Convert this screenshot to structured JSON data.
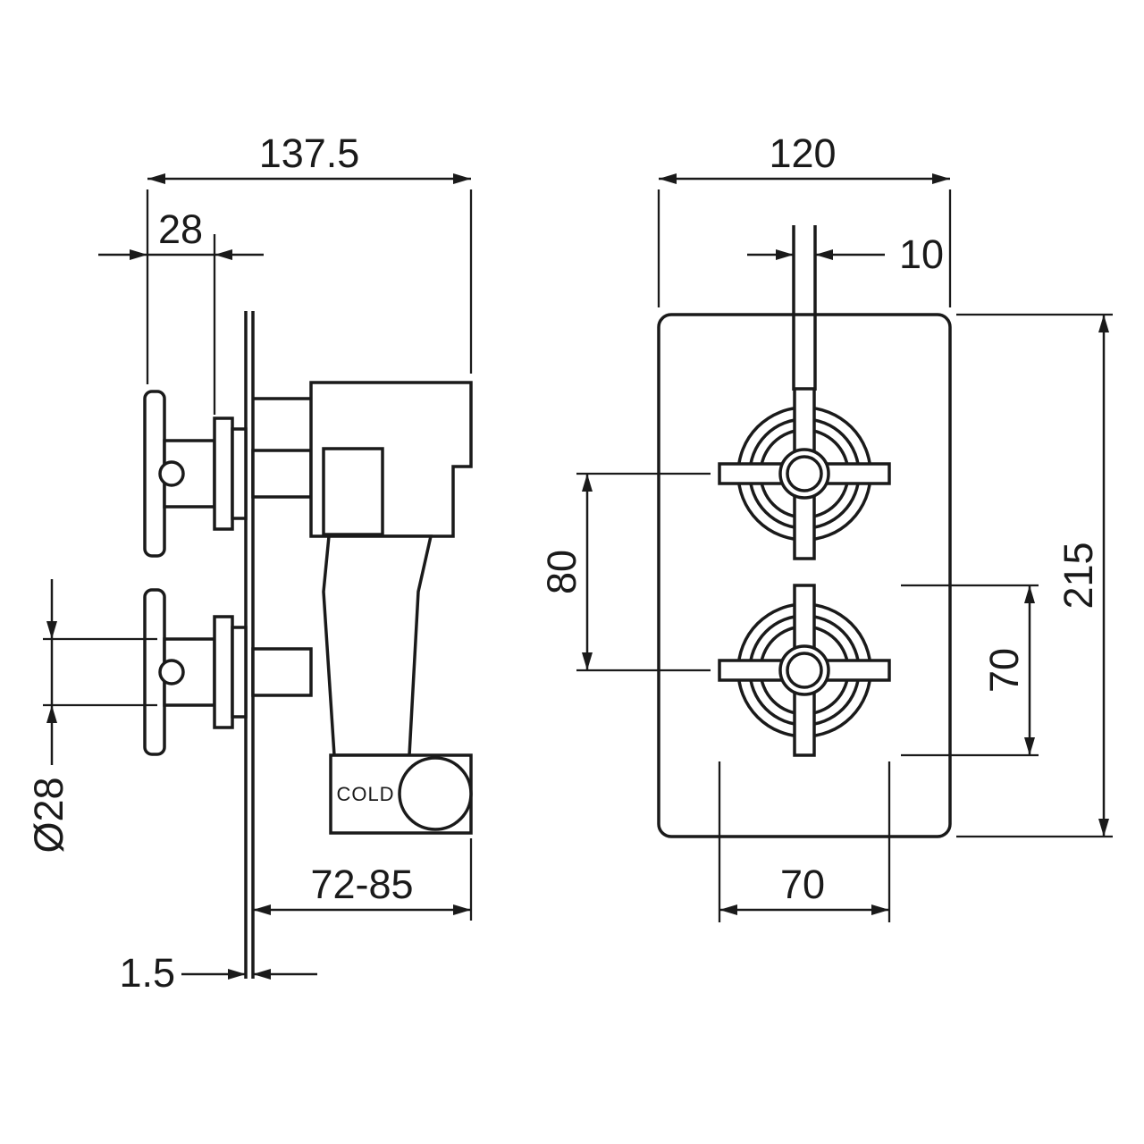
{
  "drawing": {
    "background": "#ffffff",
    "line_color": "#1a1a1a",
    "side_view": {
      "dims": {
        "overall_depth": "137.5",
        "handle_projection": "28",
        "handle_diameter": "Ø28",
        "recess_depth": "72-85",
        "plate_thickness": "1.5"
      },
      "labels": {
        "cold": "COLD"
      }
    },
    "front_view": {
      "dims": {
        "plate_width": "120",
        "spindle_width": "10",
        "handle_centres": "80",
        "plate_height": "215",
        "handle_diameter_vertical": "70",
        "handle_diameter_horizontal": "70"
      }
    }
  }
}
